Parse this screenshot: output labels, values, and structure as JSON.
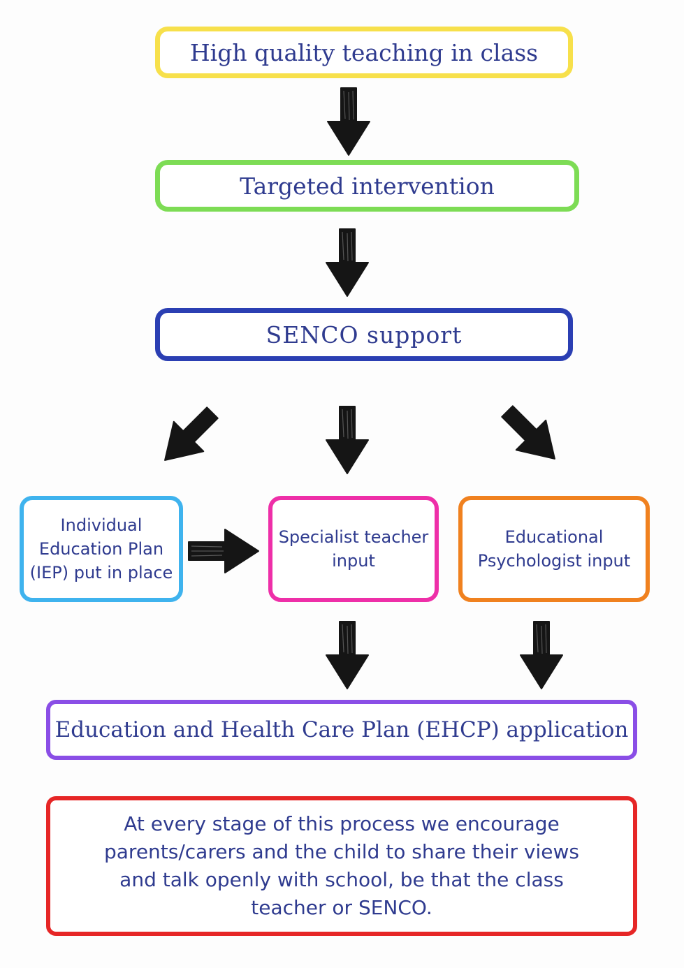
{
  "nodes": {
    "high_quality": {
      "text": "High quality teaching in class",
      "color": "#f7e04b"
    },
    "targeted": {
      "text": "Targeted intervention",
      "color": "#7ddc55"
    },
    "senco": {
      "text": "SENCO support",
      "color": "#2b3fb3"
    },
    "iep": {
      "text": "Individual Education Plan (IEP) put in place",
      "color": "#3fb3ee"
    },
    "specialist": {
      "text": "Specialist teacher input",
      "color": "#ee2fa8"
    },
    "ed_psych": {
      "text": "Educational Psychologist input",
      "color": "#f0811f"
    },
    "ehcp": {
      "text": "Education and Health Care Plan (EHCP) application",
      "color": "#8a4ee6"
    },
    "note": {
      "text": "At every stage of this process we encourage parents/carers and the child to share their views and talk openly with school, be that the class teacher or SENCO.",
      "color": "#e62626"
    }
  },
  "text_color": "#2f3b8f",
  "arrow_color": "#151515",
  "edges": [
    {
      "from": "high_quality",
      "to": "targeted"
    },
    {
      "from": "targeted",
      "to": "senco"
    },
    {
      "from": "senco",
      "to": "iep"
    },
    {
      "from": "senco",
      "to": "specialist"
    },
    {
      "from": "senco",
      "to": "ed_psych"
    },
    {
      "from": "iep",
      "to": "specialist"
    },
    {
      "from": "specialist",
      "to": "ehcp"
    },
    {
      "from": "ed_psych",
      "to": "ehcp"
    }
  ]
}
